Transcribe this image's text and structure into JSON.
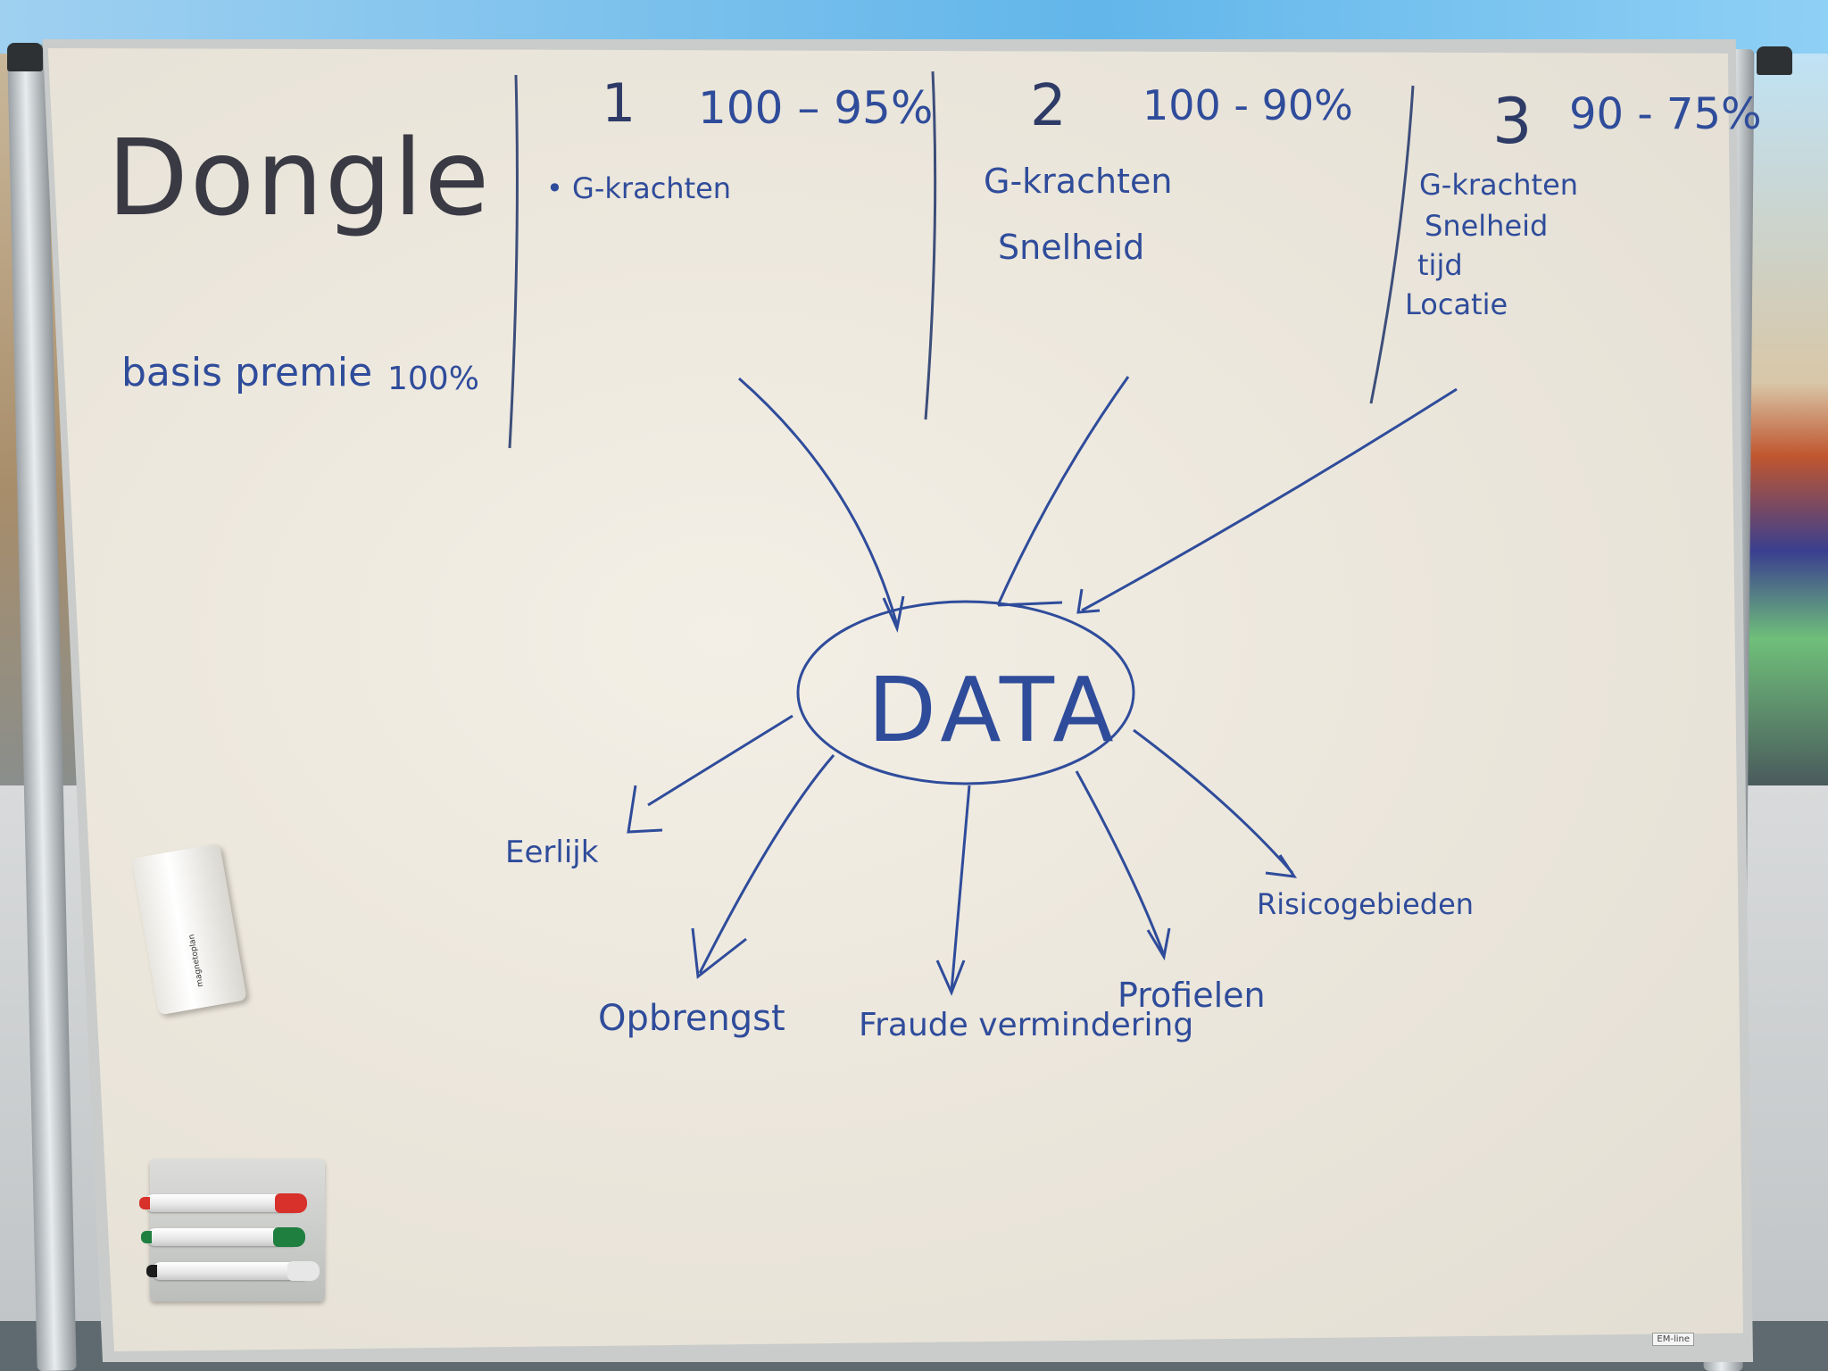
{
  "whiteboard": {
    "title": "Dongle",
    "base": {
      "label": "basis premie",
      "value": "100%"
    },
    "columns": [
      {
        "number": "1",
        "range": "100 – 95%",
        "items": [
          "• G-krachten"
        ]
      },
      {
        "number": "2",
        "range": "100 - 90%",
        "items": [
          "G-krachten",
          "Snelheid"
        ]
      },
      {
        "number": "3",
        "range": "90 - 75%",
        "items": [
          "G-krachten",
          "Snelheid",
          "tijd",
          "Locatie"
        ]
      }
    ],
    "center": "DATA",
    "outcomes": [
      "Eerlijk",
      "Opbrengst",
      "Fraude vermindering",
      "Profielen",
      "Risicogebieden"
    ]
  },
  "eraser": {
    "brand_text": "magnetoplan"
  },
  "markers": [
    {
      "color": "red",
      "cap_hex": "#d8302a"
    },
    {
      "color": "green",
      "cap_hex": "#1f7f3f"
    },
    {
      "color": "black",
      "cap_hex": "#1b1b1b"
    }
  ],
  "board_brand": "EM-line",
  "colors": {
    "ink": "#2f4c9b",
    "board": "#ece7dc",
    "frame": "#c9ccca"
  }
}
